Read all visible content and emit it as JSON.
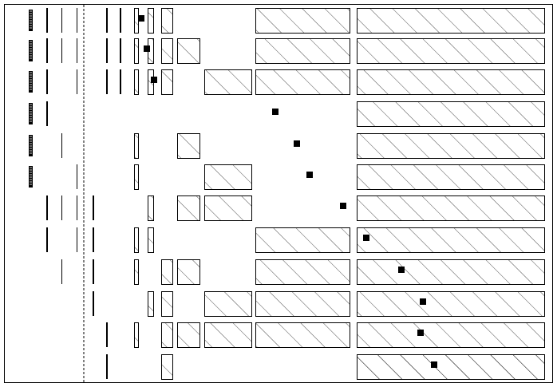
{
  "diagram": {
    "type": "blocked-matrix-structure",
    "rows": 12,
    "colors": {
      "ink": "#000000",
      "background": "#ffffff"
    },
    "columns": [
      {
        "kind": "tag"
      },
      {
        "kind": "line"
      },
      {
        "kind": "line"
      },
      {
        "kind": "divider"
      },
      {
        "kind": "line"
      },
      {
        "kind": "line"
      },
      {
        "kind": "line"
      },
      {
        "kind": "box"
      },
      {
        "kind": "box"
      },
      {
        "kind": "box"
      },
      {
        "kind": "box"
      },
      {
        "kind": "box"
      },
      {
        "kind": "box"
      },
      {
        "kind": "box"
      },
      {
        "kind": "box"
      }
    ],
    "cells": [
      [
        1,
        1,
        1,
        1,
        0,
        1,
        1,
        1,
        1,
        1,
        0,
        0,
        1,
        1,
        0
      ],
      [
        1,
        1,
        1,
        1,
        0,
        1,
        1,
        1,
        1,
        1,
        1,
        0,
        1,
        1,
        0
      ],
      [
        1,
        1,
        0,
        1,
        0,
        1,
        1,
        1,
        1,
        1,
        0,
        1,
        1,
        1,
        0
      ],
      [
        1,
        1,
        0,
        0,
        0,
        0,
        0,
        0,
        0,
        0,
        0,
        0,
        0,
        0,
        1
      ],
      [
        1,
        0,
        1,
        0,
        0,
        0,
        0,
        1,
        0,
        0,
        1,
        0,
        0,
        0,
        1
      ],
      [
        1,
        0,
        0,
        1,
        0,
        0,
        0,
        1,
        0,
        0,
        0,
        1,
        0,
        0,
        1
      ],
      [
        0,
        1,
        1,
        1,
        1,
        0,
        0,
        0,
        1,
        0,
        1,
        1,
        0,
        0,
        1
      ],
      [
        0,
        1,
        0,
        1,
        1,
        0,
        0,
        1,
        1,
        0,
        0,
        0,
        1,
        0,
        1
      ],
      [
        0,
        0,
        1,
        0,
        1,
        0,
        0,
        1,
        0,
        1,
        1,
        0,
        1,
        0,
        1
      ],
      [
        0,
        0,
        0,
        0,
        1,
        0,
        0,
        0,
        1,
        1,
        0,
        1,
        1,
        0,
        1
      ],
      [
        0,
        0,
        0,
        0,
        0,
        1,
        0,
        1,
        0,
        1,
        1,
        1,
        1,
        0,
        1
      ],
      [
        0,
        0,
        0,
        0,
        0,
        1,
        0,
        0,
        0,
        1,
        0,
        0,
        0,
        1,
        1
      ]
    ],
    "markers": [
      {
        "row": 0,
        "col": 8
      },
      {
        "row": 1,
        "col": 8
      },
      {
        "row": 2,
        "col": 9
      },
      {
        "row": 3,
        "col": 13
      },
      {
        "row": 4,
        "col": 13
      },
      {
        "row": 5,
        "col": 13
      },
      {
        "row": 6,
        "col": 13
      },
      {
        "row": 7,
        "col": 14
      },
      {
        "row": 8,
        "col": 14
      },
      {
        "row": 9,
        "col": 14
      },
      {
        "row": 10,
        "col": 14
      },
      {
        "row": 11,
        "col": 14
      }
    ]
  }
}
